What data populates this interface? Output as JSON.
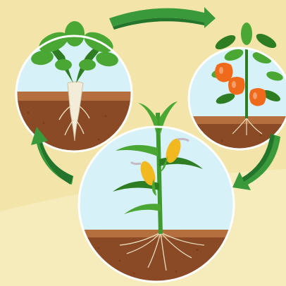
{
  "diagram": {
    "layout": "cycle",
    "direction": "clockwise",
    "nodes": [
      {
        "id": "parsnip",
        "icon": "parsnip-root-icon"
      },
      {
        "id": "pepper",
        "icon": "bell-pepper-plant-icon"
      },
      {
        "id": "corn",
        "icon": "corn-plant-icon"
      }
    ],
    "edges": [
      {
        "from": "parsnip",
        "to": "pepper",
        "icon": "green-curved-arrow-icon"
      },
      {
        "from": "pepper",
        "to": "corn",
        "icon": "green-curved-arrow-icon"
      },
      {
        "from": "corn",
        "to": "parsnip",
        "icon": "green-curved-arrow-icon"
      }
    ]
  },
  "colors": {
    "background": "#f3e5a9",
    "background_light": "#f8eec6",
    "sky": "#d7f1f8",
    "soil_top": "#b56f3f",
    "soil_dark": "#8a4a26",
    "arrow": "#3a9a3b",
    "arrow_dark": "#24752c",
    "leaf": "#4aa733",
    "leaf_dark": "#2e7d23",
    "pepper": "#ef6a1a",
    "corn": "#f2b81f",
    "root": "#f3ecd9"
  }
}
